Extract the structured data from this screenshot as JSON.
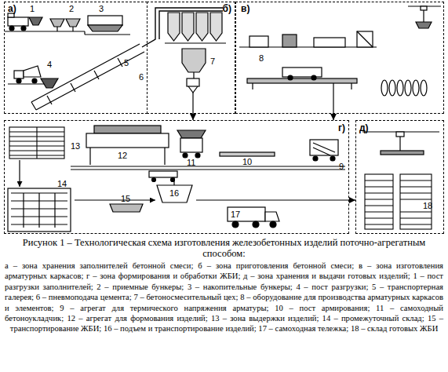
{
  "diagram": {
    "caption": "Рисунок 1 – Технологическая схема изготовления железобетонных изделий поточно-агрегатным способом:",
    "nodes": [
      {
        "text": [
          "а)"
        ]
      },
      {
        "text": [
          "б)"
        ]
      },
      {
        "text": [
          "в)"
        ]
      },
      {
        "text": [
          "г)"
        ]
      },
      {
        "text": [
          "д)"
        ]
      }
    ],
    "edges": [
      {
        "from": 1,
        "to": 3,
        "arrow": "to"
      },
      {
        "from": 2,
        "to": 3,
        "arrow": "to"
      },
      {
        "from": 3,
        "to": 4,
        "arrow": "to"
      }
    ],
    "labels": [
      "1",
      "2",
      "3",
      "4",
      "5",
      "6",
      "7",
      "8",
      "9",
      "10",
      "11",
      "12",
      "13",
      "14",
      "15",
      "16",
      "17",
      "18",
      "а – зона хранения заполнителей бетонной смеси; б – зона приготовления бетонной смеси; в – зона изготовления арматурных каркасов; г – зона формирования и обработки ЖБИ; д – зона хранения и выдачи готовых изделий; 1 – пост разгрузки заполнителей; 2 – приемные бункеры; 3 – накопительные бункеры; 4 – пост разгрузки; 5 – транспортерная галерея; 6 – пневмоподача цемента; 7 – бетоносмесительный цех; 8 – оборудование для производства арматурных каркасов и элементов; 9 – агрегат для термического напряжения арматуры; 10 – пост армирования; 11 – самоходный бетоноукладчик; 12 – агрегат для формования изделий; 13 – зона выдержки изделий; 14 – промежуточный склад; 15 – транспортирование ЖБИ; 16 – подъем и транспортирование изделий; 17 – самоходная тележка; 18 – склад готовых ЖБИ"
    ]
  }
}
